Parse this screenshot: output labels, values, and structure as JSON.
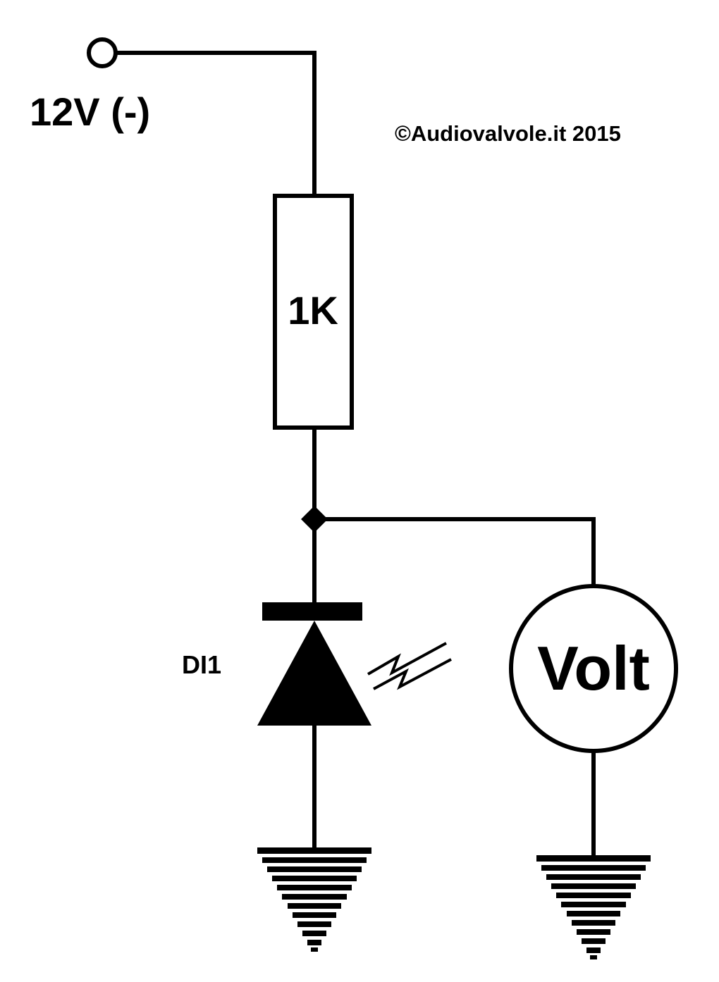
{
  "labels": {
    "supply": "12V (-)",
    "copyright": "©Audiovalvole.it 2015",
    "resistor": "1K",
    "diode": "DI1",
    "meter": "Volt"
  }
}
